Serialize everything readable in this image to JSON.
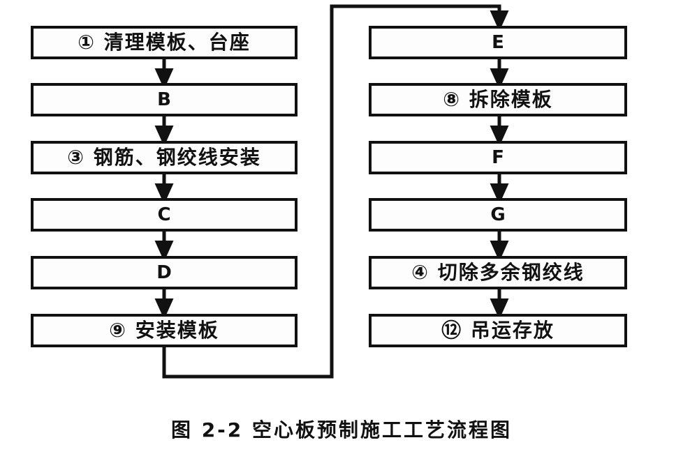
{
  "diagram": {
    "caption": "图 2-2  空心板预制施工工艺流程图",
    "type": "flowchart",
    "orientation": "two-column-vertical",
    "colors": {
      "stroke": "#111111",
      "fill": "#fdfdfd",
      "background": "#ffffff"
    },
    "left_column": {
      "nodes": [
        {
          "id": "n1",
          "label": "① 清理模板、台座",
          "kind": "chinese"
        },
        {
          "id": "n2",
          "label": "B",
          "kind": "letter"
        },
        {
          "id": "n3",
          "label": "③ 钢筋、钢绞线安装",
          "kind": "chinese"
        },
        {
          "id": "n4",
          "label": "C",
          "kind": "letter"
        },
        {
          "id": "n5",
          "label": "D",
          "kind": "letter"
        },
        {
          "id": "n6",
          "label": "⑨ 安装模板",
          "kind": "chinese"
        }
      ]
    },
    "right_column": {
      "nodes": [
        {
          "id": "n7",
          "label": "E",
          "kind": "letter"
        },
        {
          "id": "n8",
          "label": "⑧ 拆除模板",
          "kind": "chinese"
        },
        {
          "id": "n9",
          "label": "F",
          "kind": "letter"
        },
        {
          "id": "n10",
          "label": "G",
          "kind": "letter"
        },
        {
          "id": "n11",
          "label": "④ 切除多余钢绞线",
          "kind": "chinese"
        },
        {
          "id": "n12",
          "label": "⑫ 吊运存放",
          "kind": "chinese"
        }
      ]
    },
    "edges": [
      {
        "from": "n1",
        "to": "n2",
        "style": "arrow-down"
      },
      {
        "from": "n2",
        "to": "n3",
        "style": "arrow-down"
      },
      {
        "from": "n3",
        "to": "n4",
        "style": "arrow-down"
      },
      {
        "from": "n4",
        "to": "n5",
        "style": "arrow-down"
      },
      {
        "from": "n5",
        "to": "n6",
        "style": "arrow-down"
      },
      {
        "from": "n6",
        "to": "n7",
        "style": "elbow-wrap-right"
      },
      {
        "from": "n7",
        "to": "n8",
        "style": "arrow-down"
      },
      {
        "from": "n8",
        "to": "n9",
        "style": "arrow-down"
      },
      {
        "from": "n9",
        "to": "n10",
        "style": "arrow-down"
      },
      {
        "from": "n10",
        "to": "n11",
        "style": "arrow-down"
      },
      {
        "from": "n11",
        "to": "n12",
        "style": "arrow-down"
      }
    ]
  }
}
